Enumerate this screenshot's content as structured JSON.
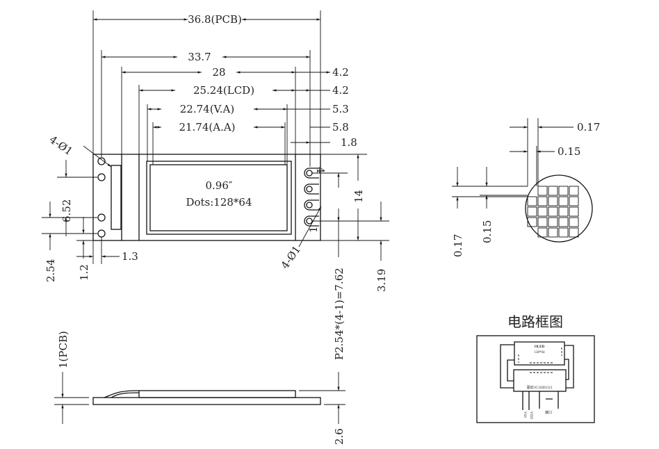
{
  "top_view": {
    "dims_top": [
      "36.8(PCB)",
      "33.7",
      "28",
      "25.24(LCD)",
      "22.74(V.A)",
      "21.74(A.A)"
    ],
    "dims_right": [
      "4.2",
      "4.2",
      "5.3",
      "5.8",
      "1.8"
    ],
    "hole_left": "4-Ø1",
    "hole_right": "4-Ø1",
    "dims_left": [
      "6.52",
      "2.54",
      "1.2",
      "1.3"
    ],
    "dims_side": [
      "14",
      "P2.54*(4-1)=7.62",
      "3.19"
    ],
    "pin_first": "1",
    "pin_last": "4",
    "display_size": "0.96″",
    "display_dots": "Dots:128*64"
  },
  "side_view": {
    "pcb": "1(PCB)",
    "height": "2.6"
  },
  "pixel_detail": {
    "dims": [
      "0.17",
      "0.15",
      "0.15",
      "0.17"
    ]
  },
  "block_diagram": {
    "title": "电路框图",
    "oled": "OLED",
    "oled_res": "128*64",
    "driver": "驱动 IC:SSD1312",
    "pins": [
      "VSS",
      "VDD"
    ],
    "interface": "接口"
  }
}
